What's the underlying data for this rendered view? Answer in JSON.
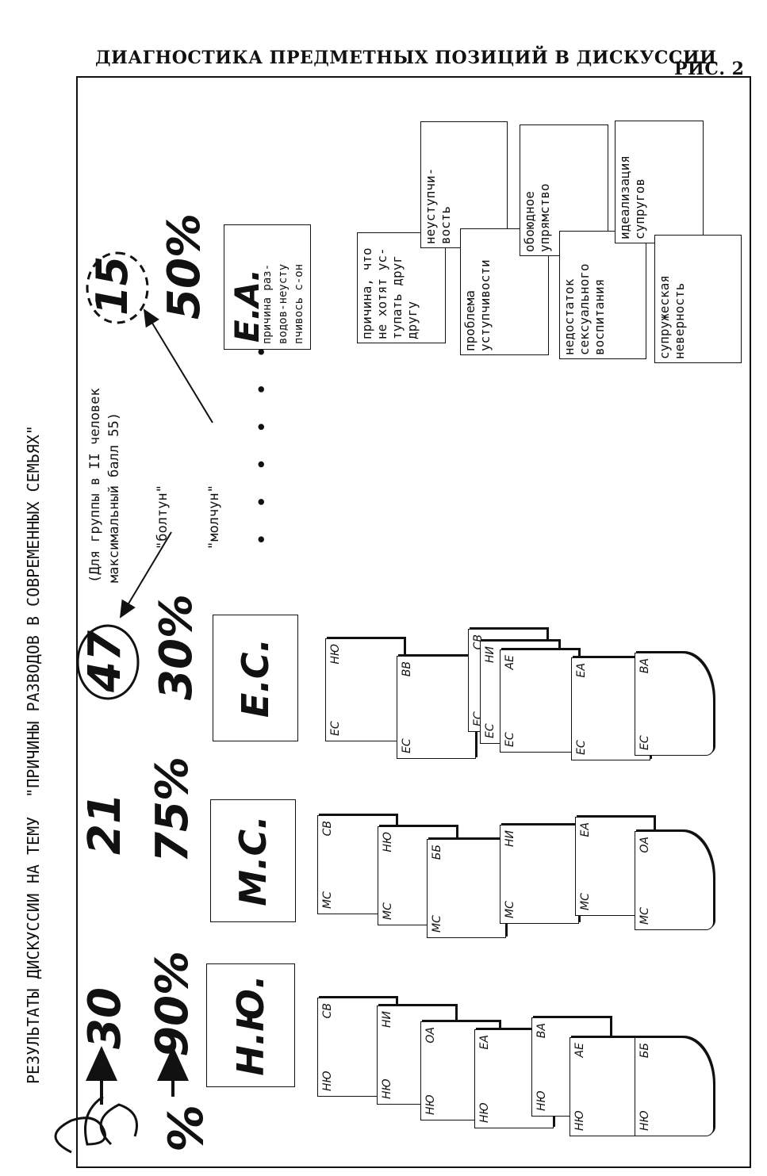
{
  "header": {
    "title": "ДИАГНОСТИКА ПРЕДМЕТНЫХ ПОЗИЦИЙ В ДИСКУССИИ",
    "fig": "РИС. 2"
  },
  "caption": "РЕЗУЛЬТАТЫ ДИСКУССИИ НА ТЕМУ  \"ПРИЧИНЫ РАЗВОДОВ В СОВРЕМЕННЫХ СЕМЬЯХ\"",
  "note": {
    "line1": "(Для группы в II человек",
    "line2": "максимальный балл 55)"
  },
  "labels": {
    "talker": "\"болтун\"",
    "silent": "\"молчун\"",
    "dots": "• • • • • • ."
  },
  "participants": [
    {
      "score": "30",
      "percent": "90%",
      "name": "Н.Ю.",
      "cards": [
        {
          "a": "НЮ",
          "b": "СВ"
        },
        {
          "a": "НЮ",
          "b": "НИ"
        },
        {
          "a": "НЮ",
          "b": "ОА"
        },
        {
          "a": "НЮ",
          "b": "ЕА"
        },
        {
          "a": "НЮ",
          "b": "ВА"
        },
        {
          "a": "НЮ",
          "b": "АЕ"
        },
        {
          "a": "НЮ",
          "b": "ББ"
        }
      ]
    },
    {
      "score": "21",
      "percent": "75%",
      "name": "М.С.",
      "cards": [
        {
          "a": "МС",
          "b": "СВ"
        },
        {
          "a": "МС",
          "b": "НЮ"
        },
        {
          "a": "МС",
          "b": "ББ"
        },
        {
          "a": "МС",
          "b": "НИ"
        },
        {
          "a": "МС",
          "b": "ЕА"
        },
        {
          "a": "МС",
          "b": "ОА"
        }
      ]
    },
    {
      "score": "47",
      "percent": "30%",
      "name": "Е.С.",
      "cards": [
        {
          "a": "ЕС",
          "b": "НЮ"
        },
        {
          "a": "ЕС",
          "b": "ВВ"
        },
        {
          "a": "ЕС",
          "b": "СВ"
        },
        {
          "a": "ЕС",
          "b": "НИ"
        },
        {
          "a": "ЕС",
          "b": "АЕ"
        },
        {
          "a": "ЕС",
          "b": "ЕА"
        },
        {
          "a": "ЕС",
          "b": "ВА"
        }
      ]
    },
    {
      "score": "15",
      "percent": "50%",
      "name": "Е.А.",
      "name_note": [
        "причина раз-",
        "водов-неусту",
        "пчивось с-он"
      ]
    }
  ],
  "notes": [
    [
      "причина, что",
      "не хотят ус-",
      "тупать друг",
      "другу"
    ],
    [
      "неуступчи-",
      "вость"
    ],
    [
      "проблема",
      "уступчивости"
    ],
    [
      "обоюдное",
      "упрямство"
    ],
    [
      "недостаток",
      "сексуального",
      "воспитания"
    ],
    [
      "идеализация",
      "супругов"
    ],
    [
      "супружеская",
      "неверность"
    ]
  ],
  "marks": {
    "scribble": "Н.Ю.",
    "arrow_score": "→30",
    "arrow_percent": "→90%"
  }
}
